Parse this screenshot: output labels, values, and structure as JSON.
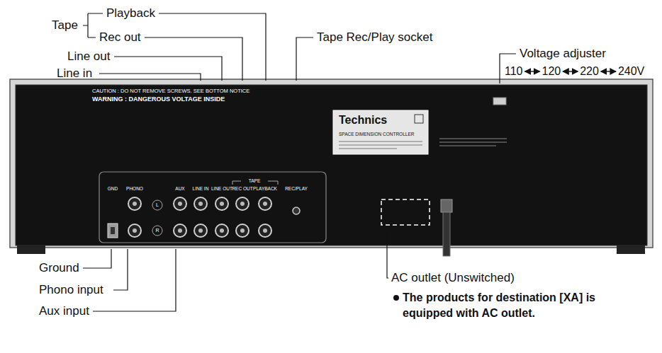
{
  "diagram": {
    "labels": [
      "Tape",
      "Playback",
      "Rec out",
      "Line out",
      "Line in",
      "Tape Rec/Play socket",
      "Voltage adjuster",
      "110",
      "120",
      "220",
      "240V",
      "Ground",
      "Phono input",
      "Aux input",
      "AC outlet (Unswitched)",
      "The products for destination [XA] is equipped with AC outlet.",
      "CAUTION : DO NOT REMOVE SCREWS. SEE BOTTOM NOTICE",
      "WARNING : DANGEROUS VOLTAGE INSIDE",
      "GND",
      "PHONO",
      "AUX",
      "LINE IN",
      "LINE OUT",
      "REC OUT",
      "PLAYBACK",
      "TAPE",
      "L",
      "R",
      "REC/PLAY",
      "Technics",
      "SPACE DIMENSION CONTROLLER"
    ]
  }
}
